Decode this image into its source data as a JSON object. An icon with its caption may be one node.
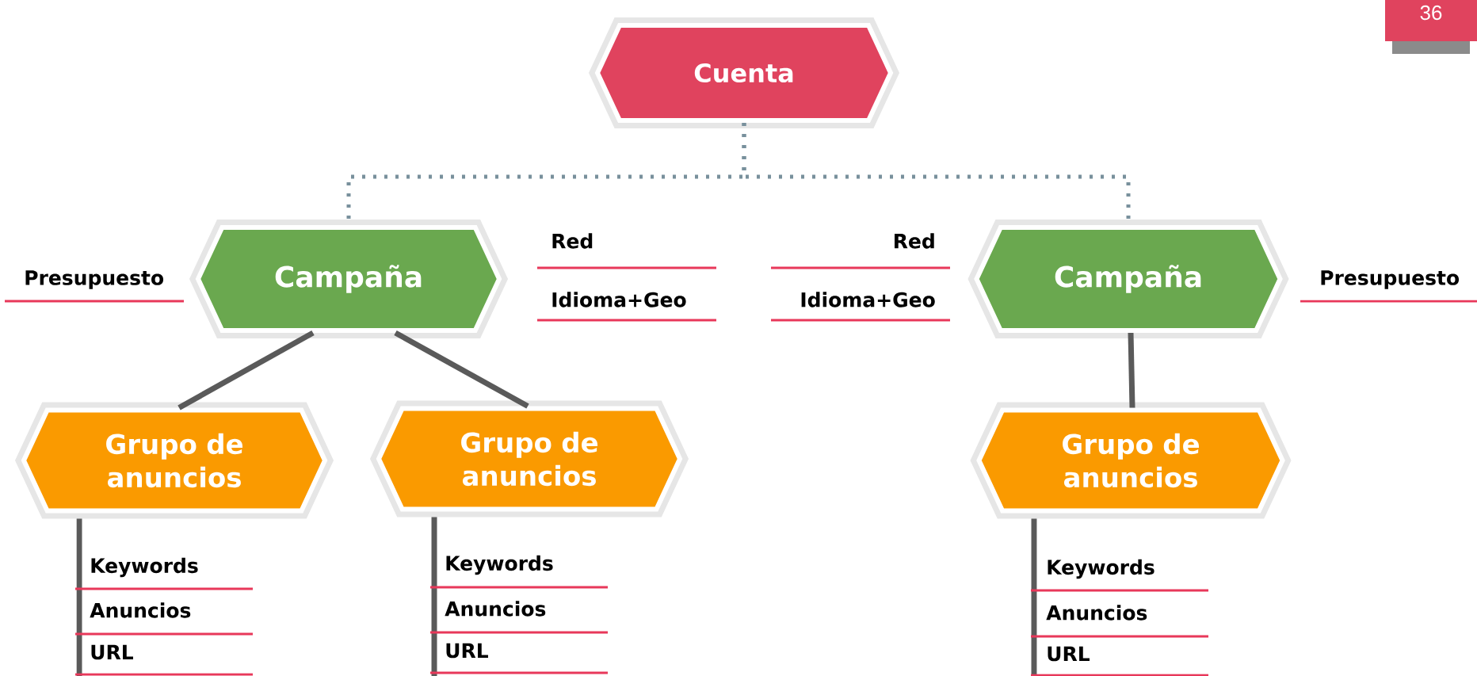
{
  "diagram": {
    "nodes": [
      {
        "text": [
          "Cuenta"
        ]
      },
      {
        "text": [
          "Campaña"
        ]
      },
      {
        "text": [
          "Campaña"
        ]
      },
      {
        "text": [
          "Grupo de anuncios"
        ],
        "beside": [
          "Keywords",
          "Anuncios",
          "URL"
        ]
      },
      {
        "text": [
          "Grupo de anuncios"
        ],
        "beside": [
          "Keywords",
          "Anuncios",
          "URL"
        ]
      },
      {
        "text": [
          "Grupo de anuncios"
        ],
        "beside": [
          "Keywords",
          "Anuncios",
          "URL"
        ]
      }
    ],
    "edges": [
      {
        "from": 0,
        "to": 1,
        "arrow": "none",
        "style": "dashed",
        "color": "#78909c"
      },
      {
        "from": 0,
        "to": 2,
        "arrow": "none",
        "style": "dashed",
        "color": "#78909c"
      },
      {
        "from": 1,
        "to": 3,
        "arrow": "none"
      },
      {
        "from": 1,
        "to": 4,
        "arrow": "none"
      },
      {
        "from": 2,
        "to": 5,
        "arrow": "none"
      }
    ],
    "labels": [
      "36",
      "Presupuesto",
      "Red",
      "Idioma+Geo",
      "Red",
      "Idioma+Geo",
      "Presupuesto"
    ]
  }
}
